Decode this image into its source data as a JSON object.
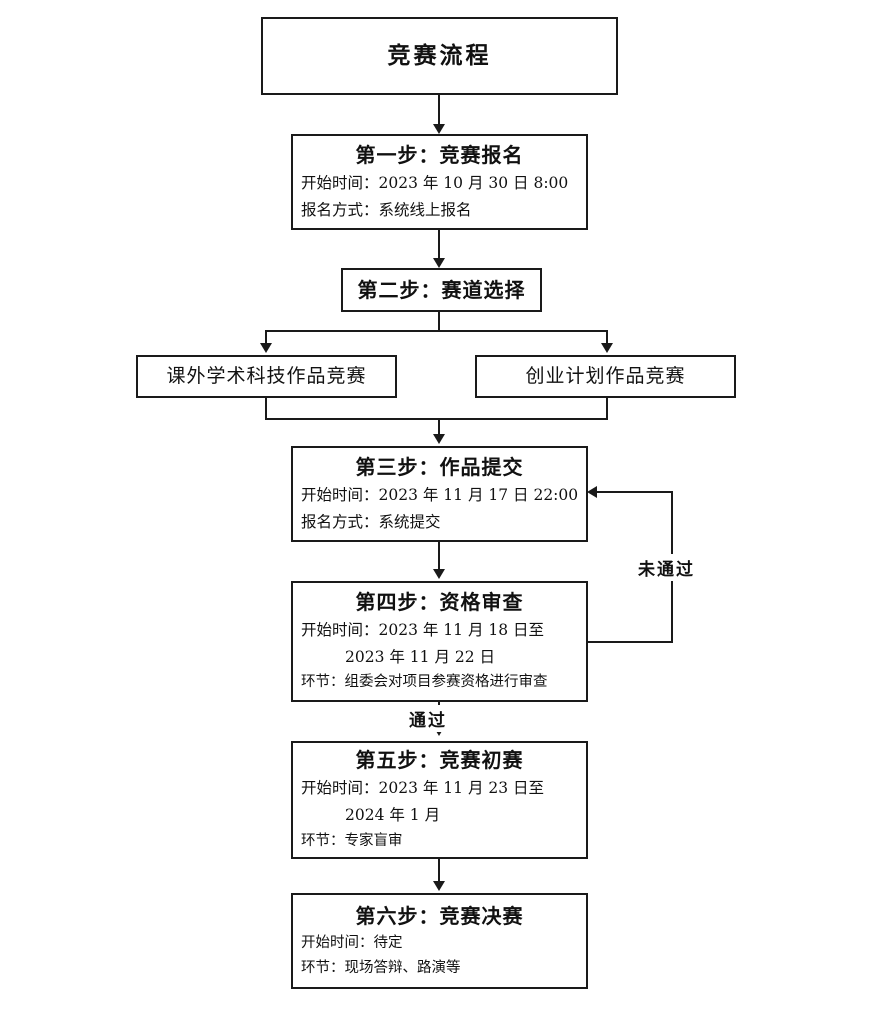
{
  "diagram": {
    "title": "竞赛流程",
    "nodes": {
      "title_banner": {
        "label": "竞赛流程"
      },
      "step1": {
        "title": "第一步：竞赛报名",
        "lines": [
          "开始时间：2023 年 10 月 30 日 8:00",
          "报名方式：系统线上报名"
        ]
      },
      "step2": {
        "title": "第二步：赛道选择"
      },
      "track_left": {
        "label": "课外学术科技作品竞赛"
      },
      "track_right": {
        "label": "创业计划作品竞赛"
      },
      "step3": {
        "title": "第三步：作品提交",
        "lines": [
          "开始时间：2023 年 11 月 17 日 22:00",
          "报名方式：系统提交"
        ]
      },
      "step4": {
        "title": "第四步：资格审查",
        "lines": [
          "开始时间：2023 年 11 月 18 日至",
          "2023 年 11 月 22 日",
          "环节：组委会对项目参赛资格进行审查"
        ]
      },
      "step5": {
        "title": "第五步：竞赛初赛",
        "lines": [
          "开始时间：2023 年 11 月 23 日至",
          "2024 年 1 月",
          "环节：专家盲审"
        ]
      },
      "step6": {
        "title": "第六步：竞赛决赛",
        "lines": [
          "开始时间：待定",
          "环节：现场答辩、路演等"
        ]
      }
    },
    "edge_labels": {
      "pass": "通过",
      "fail": "未通过"
    },
    "colors": {
      "stroke": "#1a1a1a",
      "background": "#ffffff",
      "text": "#111111"
    }
  }
}
